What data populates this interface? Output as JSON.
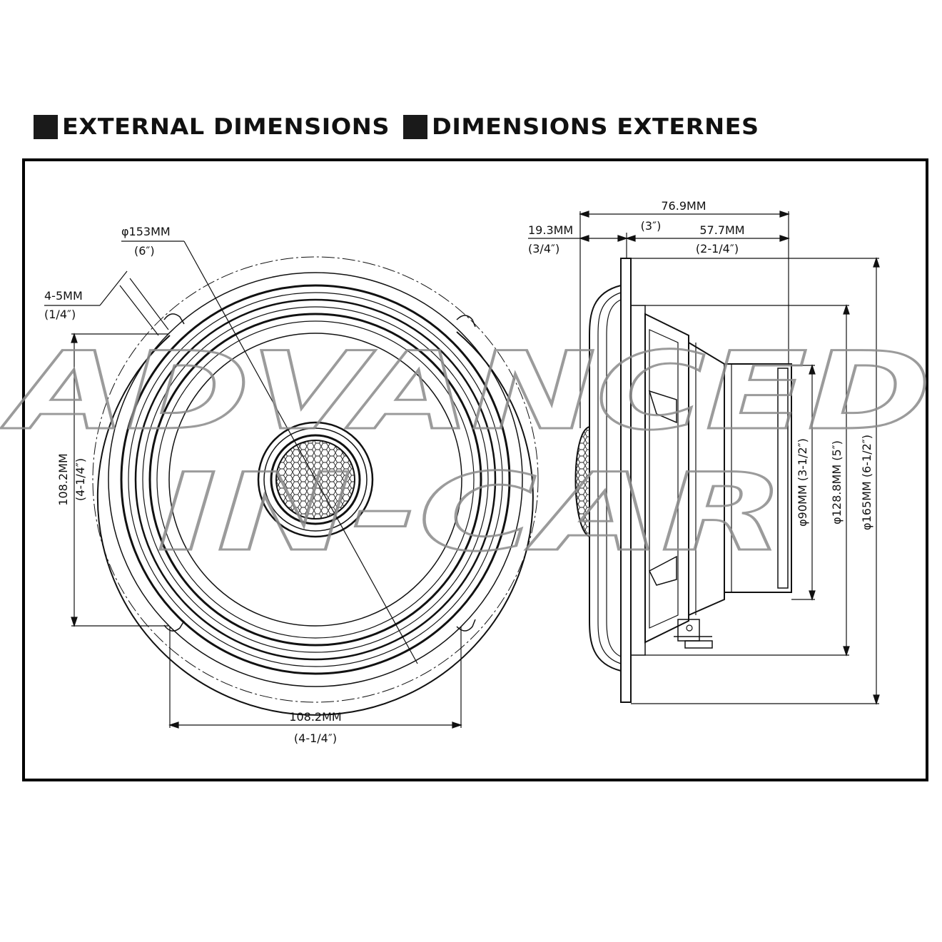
{
  "headings": {
    "en": "EXTERNAL DIMENSIONS",
    "fr": "DIMENSIONS EXTERNES"
  },
  "watermark": {
    "line1": "ADVANCED",
    "line2": "IN-CAR"
  },
  "front_view": {
    "diameter_mm": "φ153MM",
    "diameter_in": "(6″)",
    "hole_mm": "4-5MM",
    "hole_in": "(1/4″)",
    "vertical_spacing_mm": "108.2MM",
    "vertical_spacing_in": "(4-1/4″)",
    "horizontal_spacing_mm": "108.2MM",
    "horizontal_spacing_in": "(4-1/4″)"
  },
  "side_view": {
    "total_depth_mm": "76.9MM",
    "total_depth_in": "(3″)",
    "tweeter_protrusion_mm": "19.3MM",
    "tweeter_protrusion_in": "(3/4″)",
    "mount_depth_mm": "57.7MM",
    "mount_depth_in": "(2-1/4″)",
    "magnet_dia": "φ90MM (3-1/2″)",
    "basket_dia": "φ128.8MM (5″)",
    "flange_dia": "φ165MM (6-1/2″)"
  },
  "colors": {
    "line": "#111111",
    "watermark": "#8a8a8a"
  }
}
